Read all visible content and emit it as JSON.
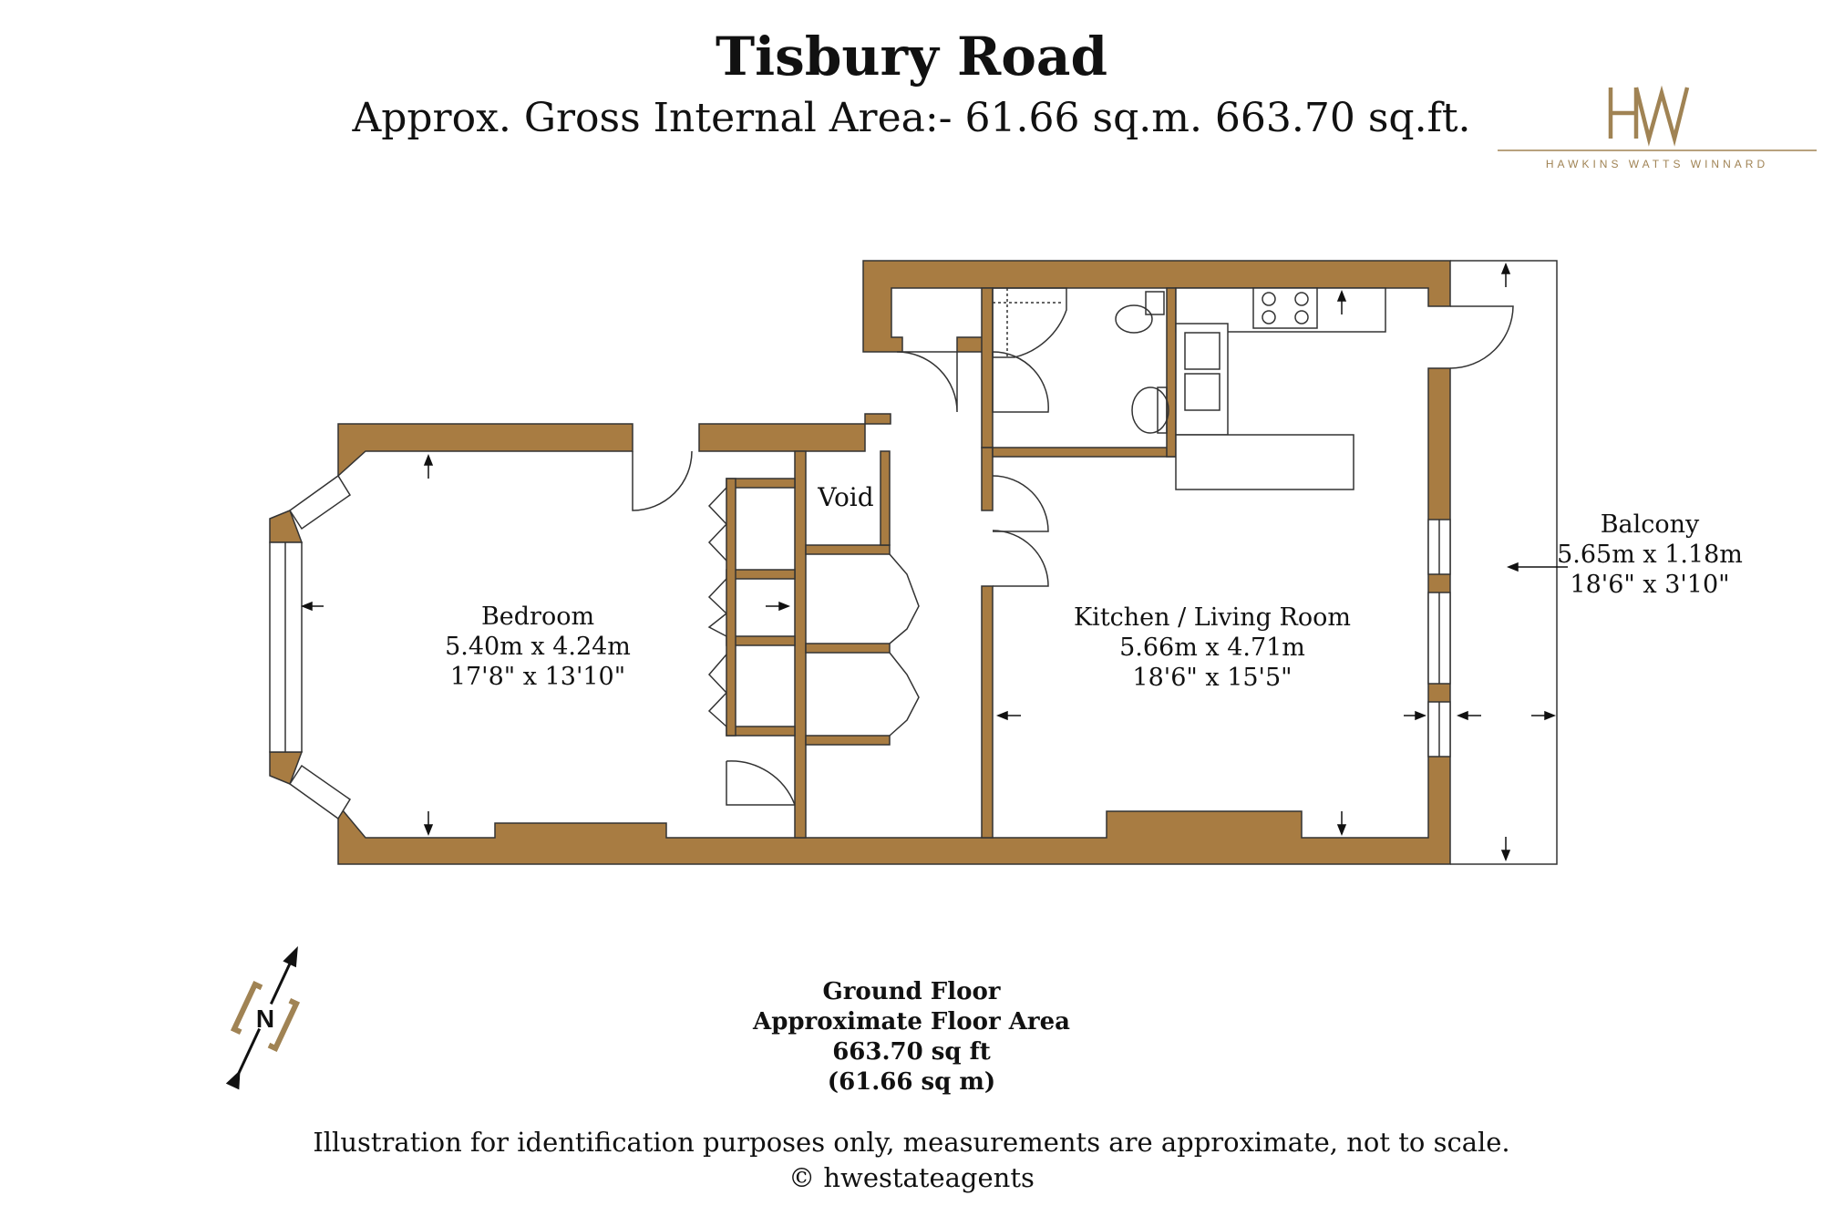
{
  "header": {
    "title": "Tisbury Road",
    "subtitle": "Approx. Gross Internal Area:- 61.66 sq.m. 663.70 sq.ft."
  },
  "logo": {
    "monogram": "HW",
    "company": "HAWKINS WATTS WINNARD",
    "color": "#a08354"
  },
  "rooms": {
    "bedroom": {
      "name": "Bedroom",
      "metric": "5.40m  x  4.24m",
      "imperial": "17'8\"  x  13'10\""
    },
    "kitchen": {
      "name": "Kitchen  /  Living Room",
      "metric": "5.66m  x  4.71m",
      "imperial": "18'6\"  x  15'5\""
    },
    "balcony": {
      "name": "Balcony",
      "metric": "5.65m  x  1.18m",
      "imperial": "18'6\"  x  3'10\""
    },
    "void": {
      "name": "Void"
    }
  },
  "floor": {
    "name": "Ground Floor",
    "area_label": "Approximate Floor Area",
    "area_sqft": "663.70 sq ft",
    "area_sqm": "(61.66 sq m)"
  },
  "footer": {
    "disclaimer": "Illustration for identification purposes only, measurements are approximate, not to scale.",
    "copyright": "©  hwestateagents"
  },
  "compass": {
    "label": "N"
  },
  "colors": {
    "wall": "#a87c42",
    "line": "#333333",
    "accent": "#a08354"
  }
}
